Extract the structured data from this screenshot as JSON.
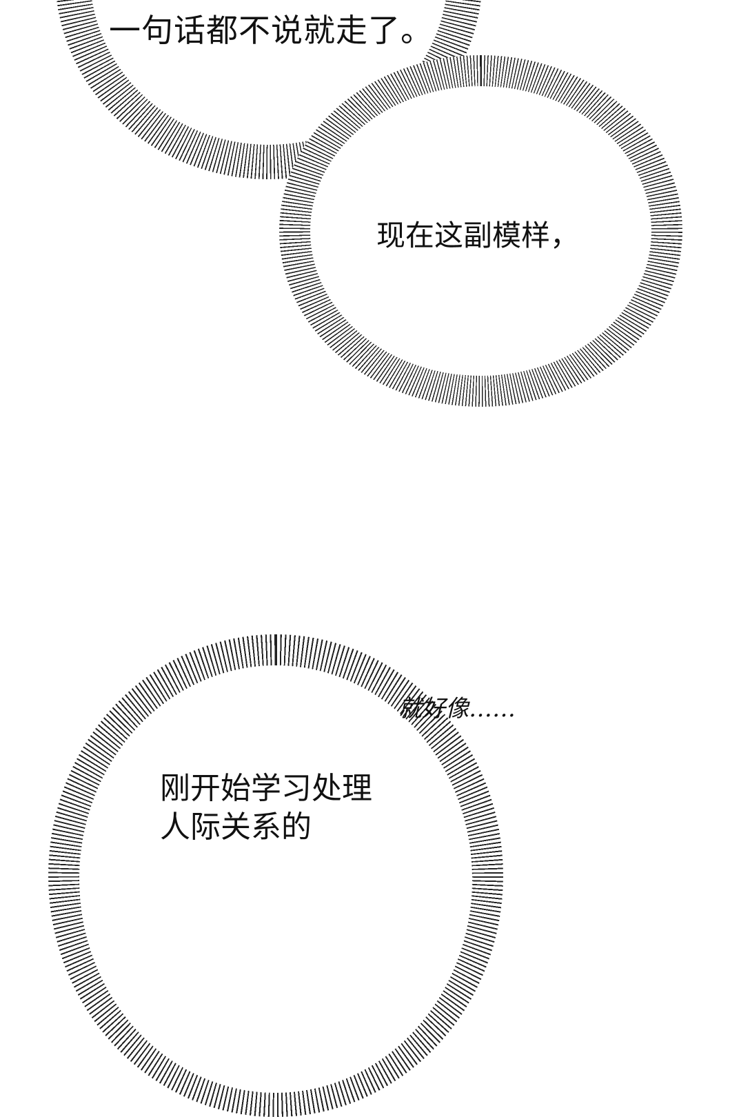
{
  "panel": {
    "background": "#ffffff",
    "bubbles": [
      {
        "id": "top-left",
        "text": "一句话都不说就走了。"
      },
      {
        "id": "middle-right",
        "text": "现在这副模样，"
      },
      {
        "id": "bottom",
        "aside": "就好像……",
        "lines": [
          "刚开始学习处理",
          "人际关系的"
        ]
      }
    ]
  }
}
